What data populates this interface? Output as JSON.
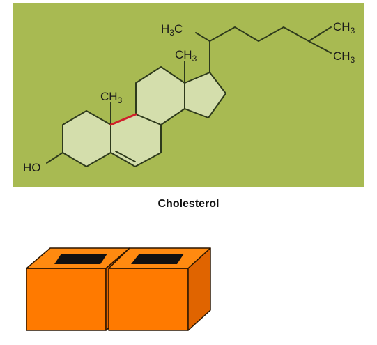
{
  "figure": {
    "caption": "Cholesterol",
    "colors": {
      "panel_background": "#a8ba52",
      "ring_fill": "#d4deac",
      "bond": "#2e3a1c",
      "highlight_bond": "#d0202a",
      "block_front": "#ff7a00",
      "block_top": "#ff8a10",
      "block_side": "#e06400",
      "block_opening": "#111111"
    },
    "molecule": {
      "labels": {
        "hydroxyl": "HO",
        "methyl_c10": "CH3",
        "methyl_c13": "CH3",
        "methyl_side_chain": "H3C",
        "terminal_methyl_1": "CH3",
        "terminal_methyl_2": "CH3"
      }
    },
    "blocks": {
      "count": 2
    }
  }
}
